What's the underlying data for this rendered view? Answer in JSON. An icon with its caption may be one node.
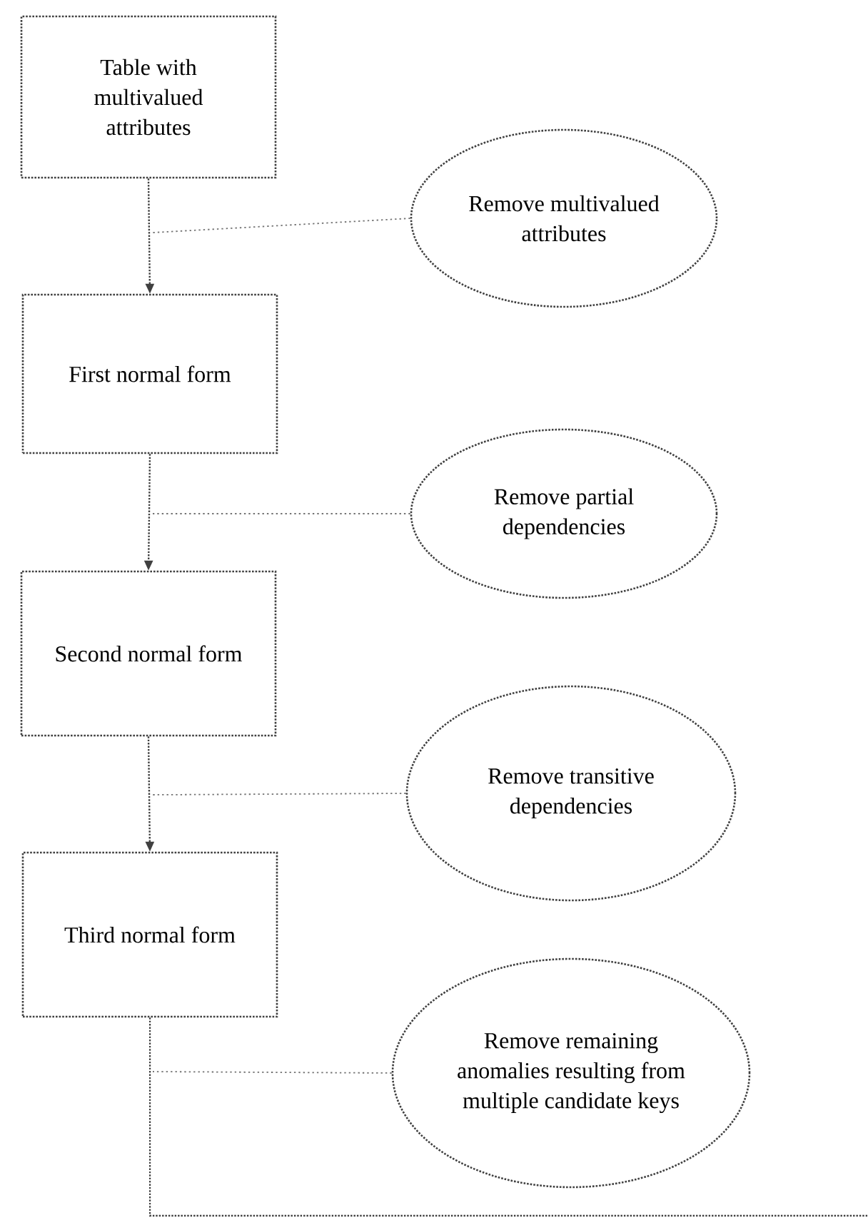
{
  "diagram": {
    "nodes": [
      {
        "text": [
          "Table with multivalued attributes"
        ]
      },
      {
        "text": [
          "Remove multivalued attributes"
        ]
      },
      {
        "text": [
          "First normal form"
        ]
      },
      {
        "text": [
          "Remove partial dependencies"
        ]
      },
      {
        "text": [
          "Second normal form"
        ]
      },
      {
        "text": [
          "Remove transitive dependencies"
        ]
      },
      {
        "text": [
          "Third normal form"
        ]
      },
      {
        "text": [
          "Remove remaining anomalies resulting from multiple candidate keys"
        ]
      }
    ],
    "edges": [
      {
        "from": 0,
        "to": 2,
        "arrow": "to"
      },
      {
        "from": 2,
        "to": 4,
        "arrow": "to"
      },
      {
        "from": 4,
        "to": 6,
        "arrow": "to"
      },
      {
        "from": 6,
        "to": null,
        "arrow": "none"
      },
      {
        "from": 1,
        "to": null,
        "arrow": "none",
        "style": "dashed"
      },
      {
        "from": 3,
        "to": null,
        "arrow": "none",
        "style": "dashed"
      },
      {
        "from": 5,
        "to": null,
        "arrow": "none",
        "style": "dashed"
      },
      {
        "from": 7,
        "to": null,
        "arrow": "none",
        "style": "dashed"
      }
    ]
  }
}
